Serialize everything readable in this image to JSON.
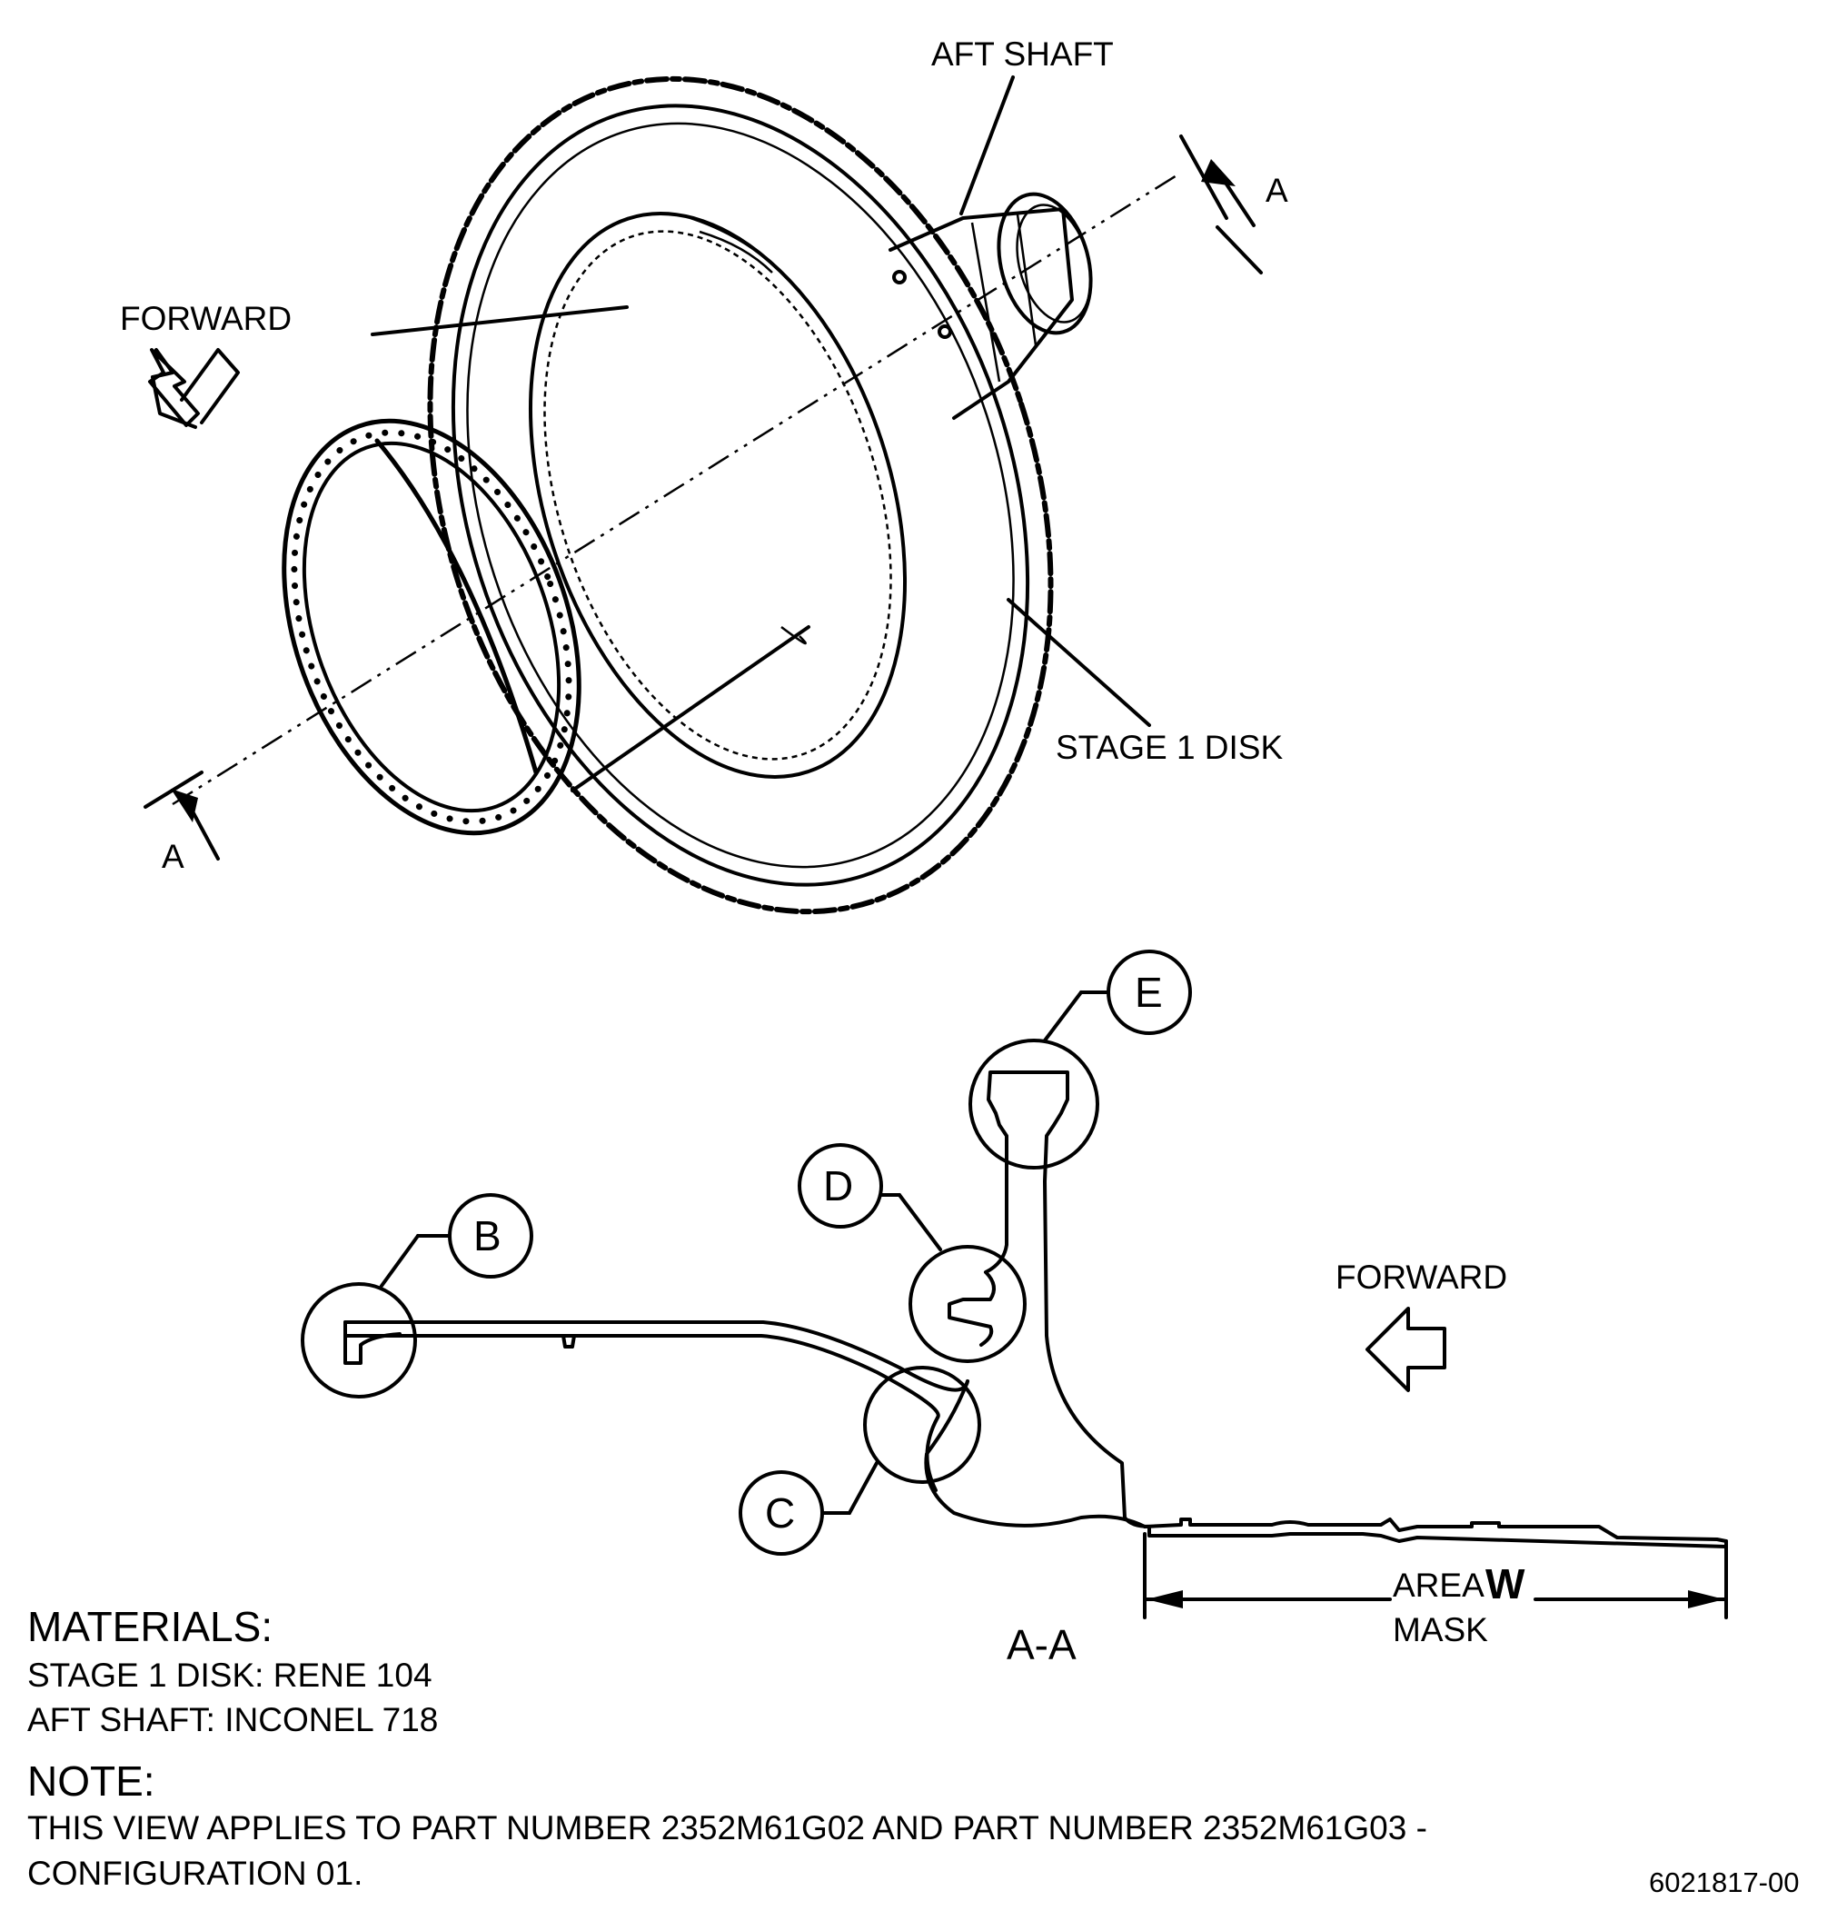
{
  "labels": {
    "aft_shaft": "AFT SHAFT",
    "forward_top": "FORWARD",
    "section_mark_top": "A",
    "section_mark_bottom": "A",
    "stage1_disk": "STAGE 1 DISK",
    "forward_bottom": "FORWARD",
    "section_title": "A-A",
    "area": "AREA",
    "area_letter": "W",
    "mask": "MASK"
  },
  "details": {
    "b": "B",
    "c": "C",
    "d": "D",
    "e": "E"
  },
  "materials": {
    "heading": "MATERIALS:",
    "line1": "STAGE 1 DISK: RENE 104",
    "line2": "AFT SHAFT: INCONEL 718"
  },
  "note": {
    "heading": "NOTE:",
    "line1": "THIS VIEW APPLIES TO PART NUMBER 2352M61G02 AND PART NUMBER 2352M61G03 -",
    "line2": "CONFIGURATION 01."
  },
  "figure_id": "6021817-00"
}
